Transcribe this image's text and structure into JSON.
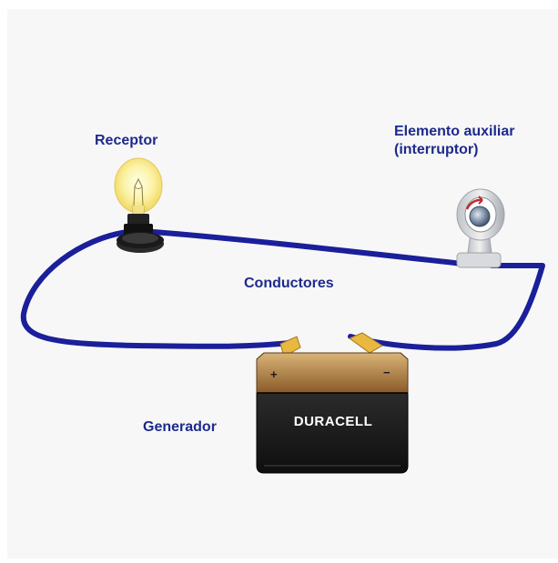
{
  "labels": {
    "receptor": "Receptor",
    "auxiliar_line1": "Elemento auxiliar",
    "auxiliar_line2": "(interruptor)",
    "conductores": "Conductores",
    "generador": "Generador"
  },
  "battery": {
    "brand": "DURACELL",
    "positive": "+",
    "negative": "−"
  },
  "colors": {
    "label_text": "#1e2a8c",
    "wire": "#1a1f9a",
    "panel_background": "#f7f7f7",
    "battery_body": "#1c1c1c",
    "battery_top": "#c8a060",
    "terminal": "#e8b840"
  },
  "icons": [
    "light-bulb-icon",
    "switch-icon",
    "battery-icon"
  ]
}
